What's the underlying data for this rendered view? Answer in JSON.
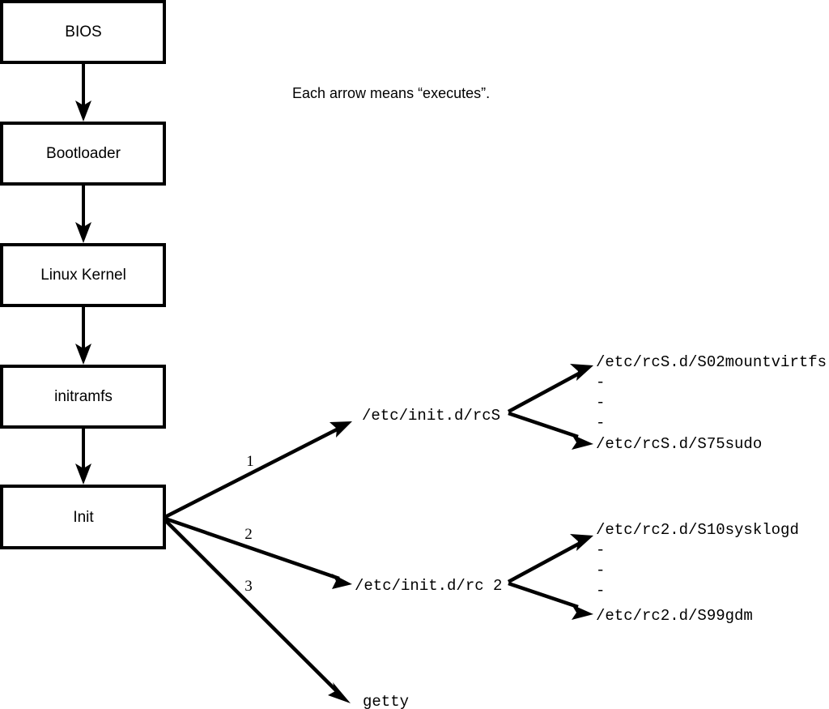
{
  "caption": {
    "text": "Each arrow means “executes”."
  },
  "boot_chain": {
    "nodes": [
      {
        "id": "bios",
        "label": "BIOS"
      },
      {
        "id": "bootloader",
        "label": "Bootloader"
      },
      {
        "id": "kernel",
        "label": "Linux Kernel"
      },
      {
        "id": "initramfs",
        "label": "initramfs"
      },
      {
        "id": "init",
        "label": "Init"
      }
    ]
  },
  "init_branches": {
    "edge_labels": [
      "1",
      "2",
      "3"
    ],
    "targets": [
      {
        "id": "rcs",
        "label": "/etc/init.d/rcS"
      },
      {
        "id": "rc2",
        "label": "/etc/init.d/rc 2"
      },
      {
        "id": "getty",
        "label": "getty"
      }
    ]
  },
  "rcs_scripts": {
    "first": "/etc/rcS.d/S02mountvirtfs",
    "last": "/etc/rcS.d/S75sudo",
    "ellipsis": [
      "-",
      "-",
      "-"
    ]
  },
  "rc2_scripts": {
    "first": "/etc/rc2.d/S10sysklogd",
    "last": "/etc/rc2.d/S99gdm",
    "ellipsis": [
      "-",
      "-",
      "-"
    ]
  },
  "colors": {
    "background": "#ffffff",
    "stroke": "#000000",
    "text": "#000000"
  }
}
